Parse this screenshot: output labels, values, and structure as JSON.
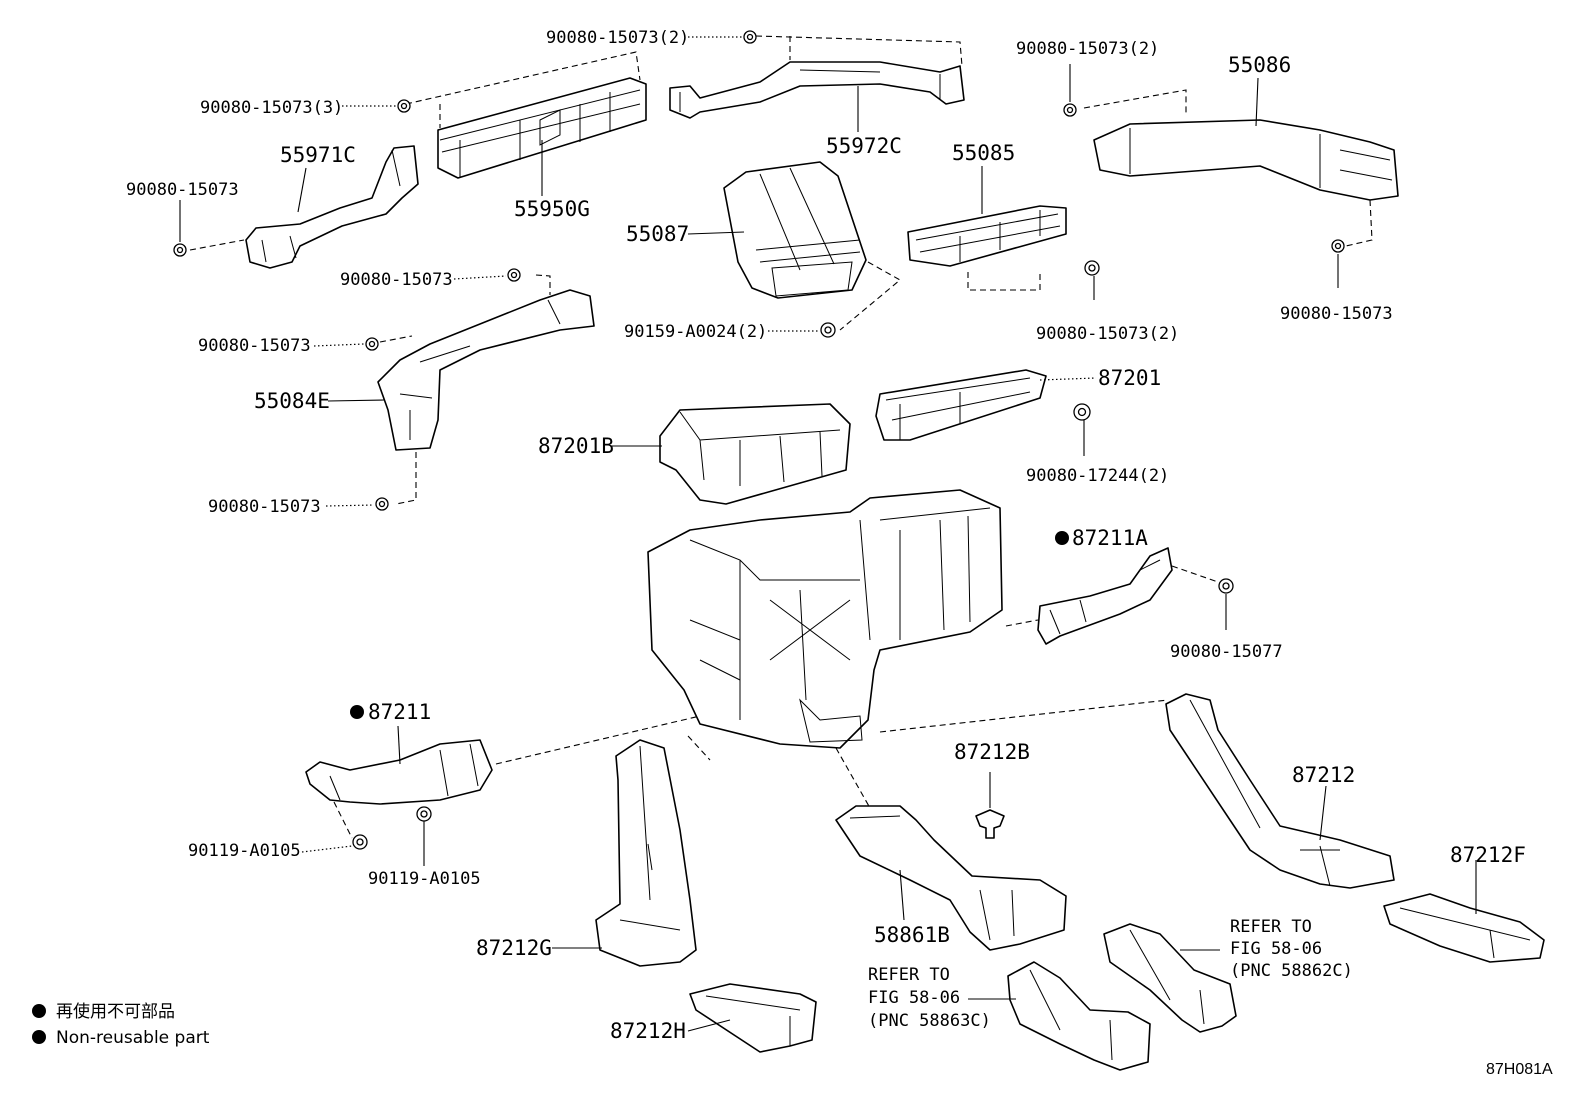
{
  "callouts": {
    "c_90080_15073_2_top": "90080-15073(2)",
    "c_90080_15073_3": "90080-15073(3)",
    "c_55971C": "55971C",
    "c_90080_15073_left": "90080-15073",
    "c_55950G": "55950G",
    "c_55972C": "55972C",
    "c_55087": "55087",
    "c_90159_A0024_2": "90159-A0024(2)",
    "c_55085": "55085",
    "c_90080_15073_2_mid": "90080-15073(2)",
    "c_90080_15073_2_right": "90080-15073(2)",
    "c_55086": "55086",
    "c_90080_15073_rightlow": "90080-15073",
    "c_90080_15073_a": "90080-15073",
    "c_90080_15073_b": "90080-15073",
    "c_55084E": "55084E",
    "c_90080_15073_c": "90080-15073",
    "c_87201": "87201",
    "c_90080_17244_2": "90080-17244(2)",
    "c_87201B": "87201B",
    "c_87211A": "87211A",
    "c_90080_15077": "90080-15077",
    "c_87211": "87211",
    "c_90119_A0105_a": "90119-A0105",
    "c_90119_A0105_b": "90119-A0105",
    "c_87212B": "87212B",
    "c_87212": "87212",
    "c_87212F": "87212F",
    "c_58861B": "58861B",
    "c_87212G": "87212G",
    "c_87212H": "87212H",
    "ref_right_1": "REFER TO",
    "ref_right_2": "FIG 58-06",
    "ref_right_3": "(PNC 58862C)",
    "ref_mid_1": "REFER TO",
    "ref_mid_2": "FIG 58-06",
    "ref_mid_3": "(PNC 58863C)"
  },
  "legend": {
    "line1": "再使用不可部品",
    "line2": "Non-reusable part"
  },
  "diagram_code": "87H081A"
}
